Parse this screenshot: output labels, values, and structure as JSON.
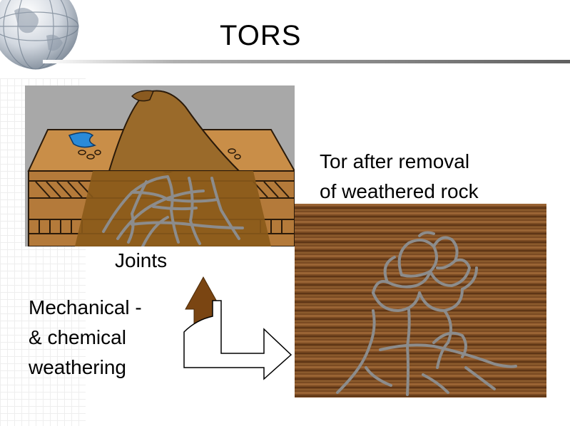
{
  "title": "TORS",
  "labels": {
    "tor_after_removal": [
      "Tor after removal",
      "of weathered rock"
    ],
    "joints": "Joints",
    "weathering": [
      "Mechanical -",
      "& chemical",
      "weathering"
    ]
  },
  "colors": {
    "landscape_brown": "#b07a3a",
    "tor_brown": "#9a6a2a",
    "joint_grey": "#8c8c8c",
    "water_blue": "#2a8ad8",
    "panel_grey": "#a8a8a8",
    "arrow_brown": "#7a4512",
    "wood_brown": "#7a4a22"
  },
  "icons": [
    "globe-icon",
    "flow-arrow-icon"
  ]
}
